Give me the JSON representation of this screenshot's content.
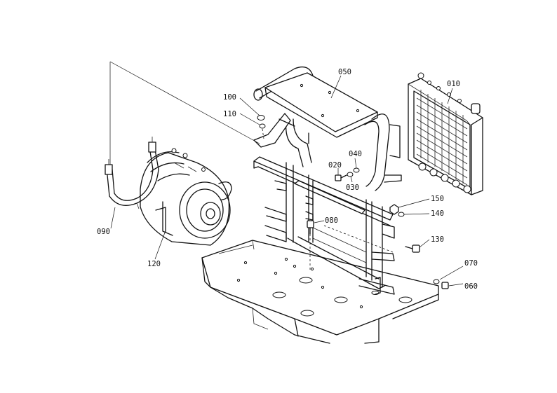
{
  "parts": [
    {
      "id": "p010",
      "label": "010"
    },
    {
      "id": "p020",
      "label": "020"
    },
    {
      "id": "p030",
      "label": "030"
    },
    {
      "id": "p040",
      "label": "040"
    },
    {
      "id": "p050",
      "label": "050"
    },
    {
      "id": "p060",
      "label": "060"
    },
    {
      "id": "p070",
      "label": "070"
    },
    {
      "id": "p080",
      "label": "080"
    },
    {
      "id": "p090",
      "label": "090"
    },
    {
      "id": "p100",
      "label": "100"
    },
    {
      "id": "p110",
      "label": "110"
    },
    {
      "id": "p120",
      "label": "120"
    },
    {
      "id": "p130",
      "label": "130"
    },
    {
      "id": "p140",
      "label": "140"
    },
    {
      "id": "p150",
      "label": "150"
    }
  ]
}
